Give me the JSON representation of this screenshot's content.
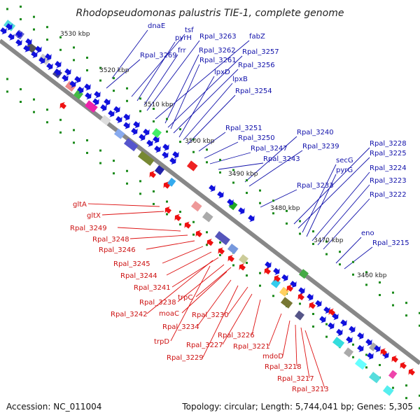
{
  "title": "Rhodopseudomonas palustris TIE-1, complete genome",
  "footer": {
    "accession": "Accession: NC_011004",
    "summary": "Topology: circular; Length: 5,744,041 bp; Genes: 5,305"
  },
  "colors": {
    "forward": "#1111dd",
    "reverse": "#ee1111",
    "backbone": "#888888",
    "tick": "#1a8a1a"
  },
  "scale_labels": [
    "3530 kbp",
    "3520 kbp",
    "3510 kbp",
    "3500 kbp",
    "3490 kbp",
    "3480 kbp",
    "3470 kbp",
    "3460 kbp"
  ],
  "genes_top": [
    "dnaE",
    "tsf",
    "pyrH",
    "frr",
    "Rpal_3263",
    "fabZ",
    "Rpal_3269",
    "Rpal_3262",
    "Rpal_3257",
    "Rpal_3261",
    "Rpal_3256",
    "lpxD",
    "lpxB",
    "Rpal_3254",
    "Rpal_3251",
    "Rpal_3240",
    "Rpal_3250",
    "Rpal_3247",
    "Rpal_3239",
    "Rpal_3243",
    "Rpal_3228",
    "Rpal_3225",
    "secG",
    "pyrG",
    "Rpal_3224",
    "Rpal_3233",
    "Rpal_3223",
    "Rpal_3222",
    "eno",
    "Rpal_3215"
  ],
  "genes_bottom": [
    "gltA",
    "gltX",
    "Rpal_3249",
    "Rpal_3248",
    "Rpal_3246",
    "Rpal_3245",
    "Rpal_3244",
    "Rpal_3241",
    "Rpal_3238",
    "trpC",
    "Rpal_3242",
    "moaC",
    "Rpal_3230",
    "Rpal_3234",
    "Rpal_3226",
    "trpD",
    "Rpal_3227",
    "Rpal_3221",
    "Rpal_3229",
    "mdoD",
    "Rpal_3218",
    "Rpal_3217",
    "Rpal_3213"
  ]
}
